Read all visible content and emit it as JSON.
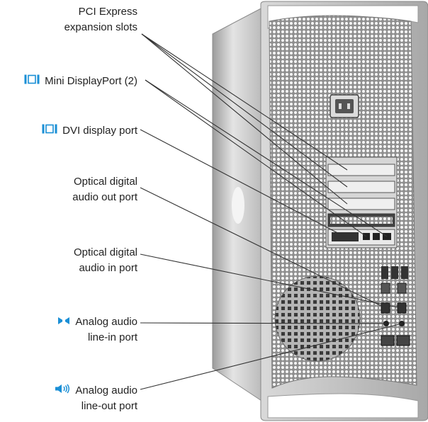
{
  "colors": {
    "icon_blue": "#1a8fd6",
    "leader_line": "#333333",
    "case_metal": "#c9c9c9",
    "case_dark": "#777777"
  },
  "labels": {
    "pci": {
      "line1": "PCI Express",
      "line2": "expansion slots"
    },
    "mini_dp": {
      "text": "Mini DisplayPort (2)",
      "icon": "display-port-icon"
    },
    "dvi": {
      "text": "DVI display port",
      "icon": "display-port-icon"
    },
    "optical_out": {
      "line1": "Optical digital",
      "line2": "audio out port"
    },
    "optical_in": {
      "line1": "Optical digital",
      "line2": "audio in port"
    },
    "line_in": {
      "line1": "Analog audio",
      "line2": "line-in port",
      "icon": "audio-line-in-icon"
    },
    "line_out": {
      "line1": "Analog audio",
      "line2": "line-out port",
      "icon": "speaker-volume-icon"
    }
  }
}
